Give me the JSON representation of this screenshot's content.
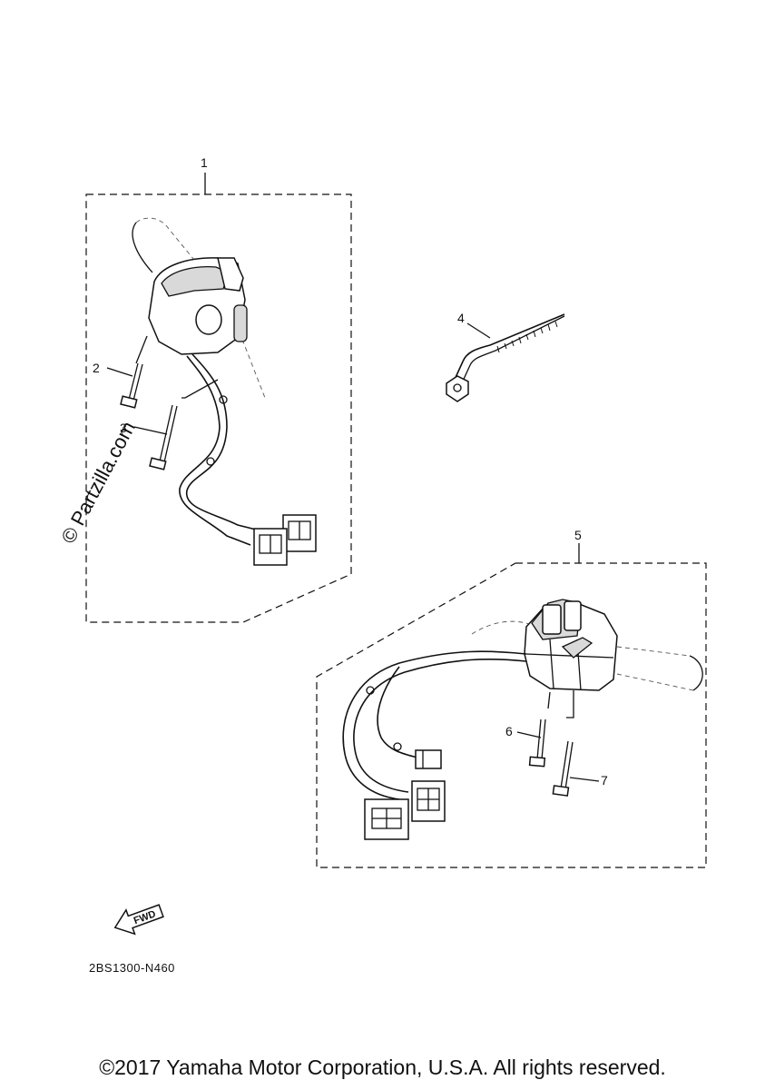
{
  "diagram": {
    "parts": [
      {
        "ref": "1"
      },
      {
        "ref": "2"
      },
      {
        "ref": "3"
      },
      {
        "ref": "4"
      },
      {
        "ref": "5"
      },
      {
        "ref": "6"
      },
      {
        "ref": "7"
      }
    ],
    "watermark": "© Partzilla.com",
    "fwd_label": "FWD",
    "diagram_code": "2BS1300-N460"
  },
  "footer": {
    "copyright": "©2017 Yamaha Motor Corporation, U.S.A. All rights reserved."
  }
}
